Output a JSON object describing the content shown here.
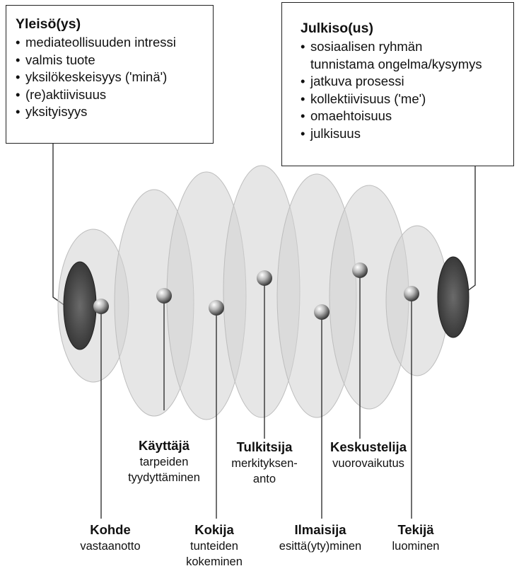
{
  "yleiso": {
    "title": "Yleisö(ys)",
    "items": [
      "mediateollisuuden intressi",
      "valmis tuote",
      "yksilökeskeisyys ('minä')",
      "(re)aktiivisuus",
      "yksityisyys"
    ]
  },
  "julkiso": {
    "title": "Julkiso(us)",
    "items": [
      "sosiaalisen ryhmän",
      "tunnistama ongelma/kysymys",
      "jatkuva prosessi",
      "kollektiivisuus ('me')",
      "omaehtoisuus",
      "julkisuus"
    ]
  },
  "roles": {
    "kohde": {
      "name": "Kohde",
      "desc1": "vastaanotto"
    },
    "kayttaja": {
      "name": "Käyttäjä",
      "desc1": "tarpeiden",
      "desc2": "tyydyttäminen"
    },
    "kokija": {
      "name": "Kokija",
      "desc1": "tunteiden",
      "desc2": "kokeminen"
    },
    "tulkitsija": {
      "name": "Tulkitsija",
      "desc1": "merkityksen-",
      "desc2": "anto"
    },
    "ilmaisija": {
      "name": "Ilmaisija",
      "desc1": "esittä(yty)minen"
    },
    "keskustelija": {
      "name": "Keskustelija",
      "desc1": "vuorovaikutus"
    },
    "tekija": {
      "name": "Tekijä",
      "desc1": "luominen"
    }
  },
  "colors": {
    "disc_fill": "#d2d2d2",
    "end_disc": "#4a4a4a",
    "line": "#333333"
  }
}
